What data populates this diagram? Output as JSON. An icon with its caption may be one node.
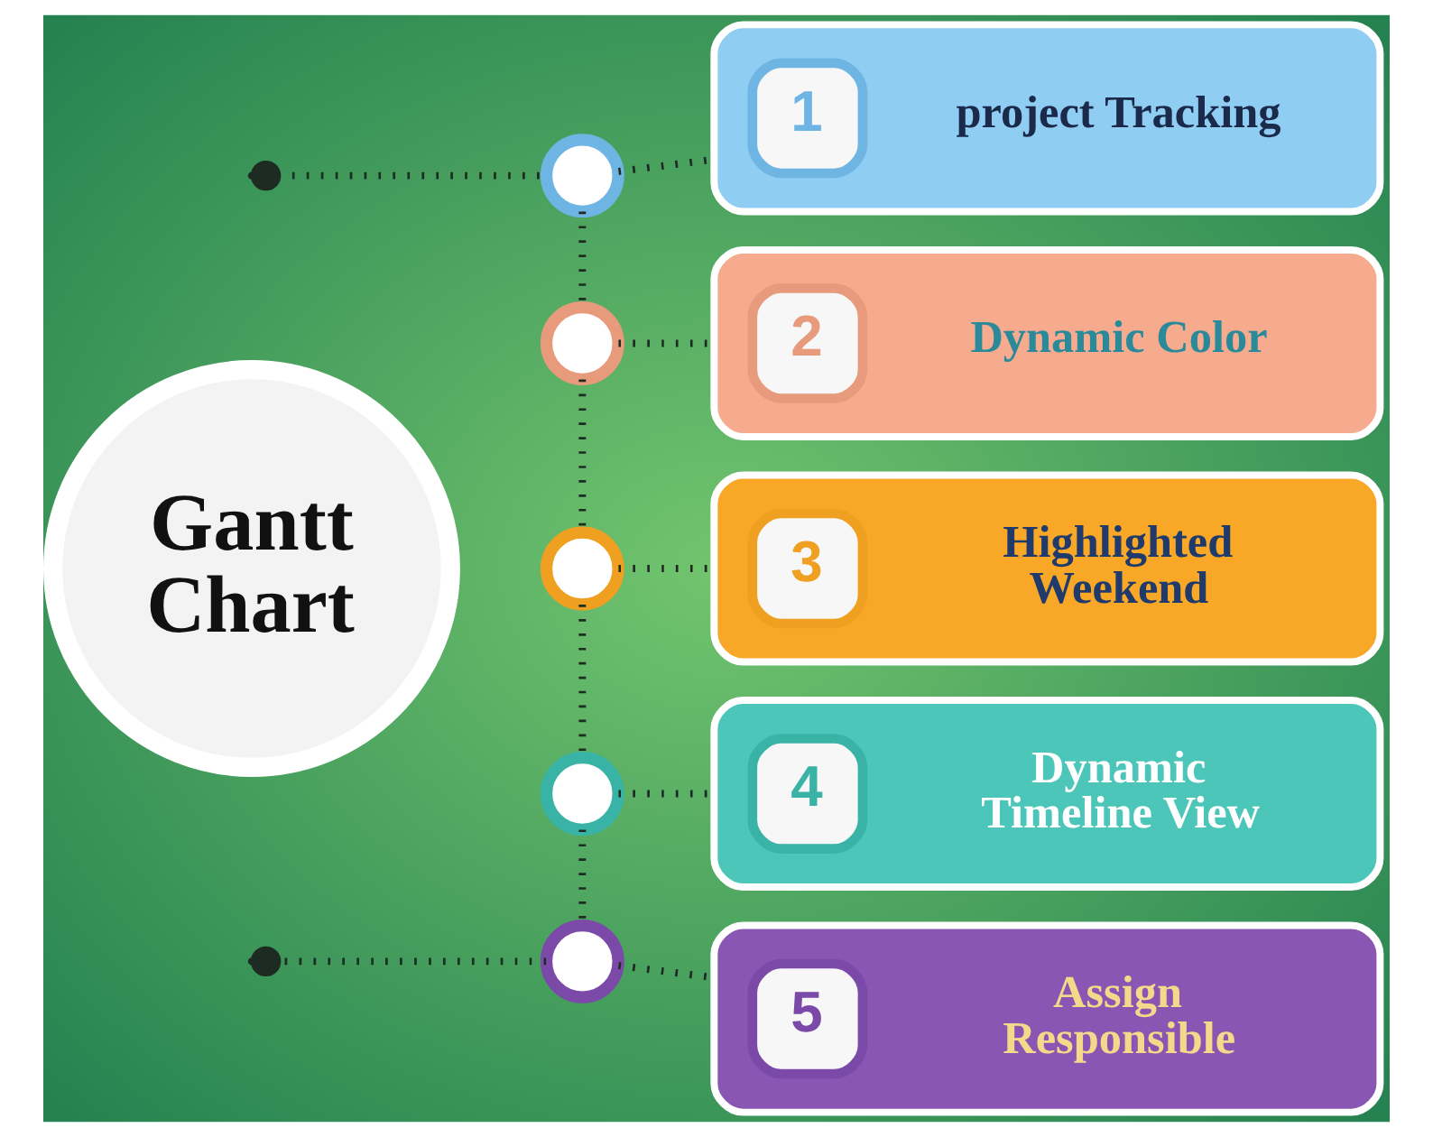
{
  "diagram": {
    "nodes": [
      {
        "text": [
          "Gantt Chart"
        ]
      },
      {
        "text": [],
        "shape": "circle"
      },
      {
        "text": [],
        "shape": "circle"
      },
      {
        "text": [],
        "shape": "circle"
      },
      {
        "text": [],
        "shape": "circle"
      },
      {
        "text": [],
        "shape": "circle"
      },
      {
        "text": [
          "1",
          "project Tracking"
        ]
      },
      {
        "text": [
          "2",
          "Dynamic Color"
        ]
      },
      {
        "text": [
          "3",
          "Highlighted Weekend"
        ]
      },
      {
        "text": [
          "4",
          "Dynamic Timeline View"
        ]
      },
      {
        "text": [
          "5",
          "Assign Responsible"
        ]
      }
    ],
    "edges": [
      {
        "from": null,
        "to": 1,
        "arrow": "other",
        "style": "dashed"
      },
      {
        "from": 1,
        "to": 2,
        "arrow": "none",
        "style": "dashed"
      },
      {
        "from": 2,
        "to": 3,
        "arrow": "none",
        "style": "dashed"
      },
      {
        "from": 3,
        "to": 4,
        "arrow": "none",
        "style": "dashed"
      },
      {
        "from": 4,
        "to": 5,
        "arrow": "none",
        "style": "dashed"
      },
      {
        "from": 5,
        "to": null,
        "arrow": "other",
        "style": "dashed"
      },
      {
        "from": 1,
        "to": 6,
        "arrow": "none",
        "style": "dashed"
      },
      {
        "from": 2,
        "to": 7,
        "arrow": "none",
        "style": "dashed"
      },
      {
        "from": 3,
        "to": 8,
        "arrow": "none",
        "style": "dashed"
      },
      {
        "from": 4,
        "to": 9,
        "arrow": "none",
        "style": "dashed"
      },
      {
        "from": 5,
        "to": 10,
        "arrow": "none",
        "style": "dashed"
      }
    ]
  }
}
